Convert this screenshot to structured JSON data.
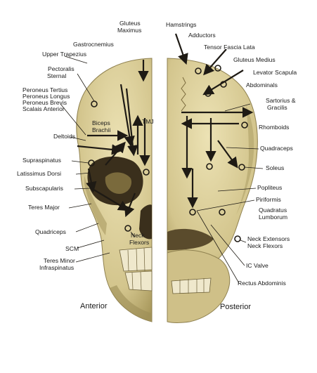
{
  "view_labels": {
    "anterior": "Anterior",
    "posterior": "Posterior"
  },
  "labels": {
    "gluteus_maximus": [
      "Gluteus",
      "Maximus"
    ],
    "gastrocnemius": "Gastrocnemius",
    "upper_trapezius": "Upper Trapezius",
    "pectoralis_sternal": [
      "Pectoralis",
      "Sternal"
    ],
    "peroneus_group": [
      "Peroneus Tertius",
      "Peroneus Longus",
      "Peroneus Brevis",
      "Scalais Anterior"
    ],
    "biceps_brachii": [
      "Biceps",
      "Brachii"
    ],
    "tmj": "TMJ",
    "deltoids": "Deltoids",
    "supraspinatus": "Supraspinatus",
    "latissimus_dorsi": "Latissimus Dorsi",
    "subscapularis": "Subscapularis",
    "teres_major": "Teres Major",
    "quadriceps_left": "Quadriceps",
    "neck_flexors_left": [
      "Neck",
      "Flexors"
    ],
    "scm": "SCM",
    "teres_minor": [
      "Teres Minor",
      "Infraspinatus"
    ],
    "hamstrings": "Hamstrings",
    "adductors": "Adductors",
    "tensor_fascia_lata": "Tensor Fascia Lata",
    "gluteus_medius": "Gluteus Medius",
    "levator_scapula": "Levator Scapula",
    "abdominals": "Abdominals",
    "sartorius_gracilis": [
      "Sartorius &",
      "Gracilis"
    ],
    "rhomboids": "Rhomboids",
    "quadraceps_right": "Quadraceps",
    "soleus": "Soleus",
    "popliteus": "Popliteus",
    "piriformis": "Piriformis",
    "quadratus_lumborum": [
      "Quadratus",
      "Lumborum"
    ],
    "neck_extensors": [
      "Neck Extensors",
      "Neck Flexors"
    ],
    "ic_valve": "IC Valve",
    "rectus_abdominis": "Rectus Abdominis"
  },
  "colors": {
    "bone": "#d9cc97",
    "bone_shadow": "#b5a66c",
    "ink": "#1e1a14"
  }
}
